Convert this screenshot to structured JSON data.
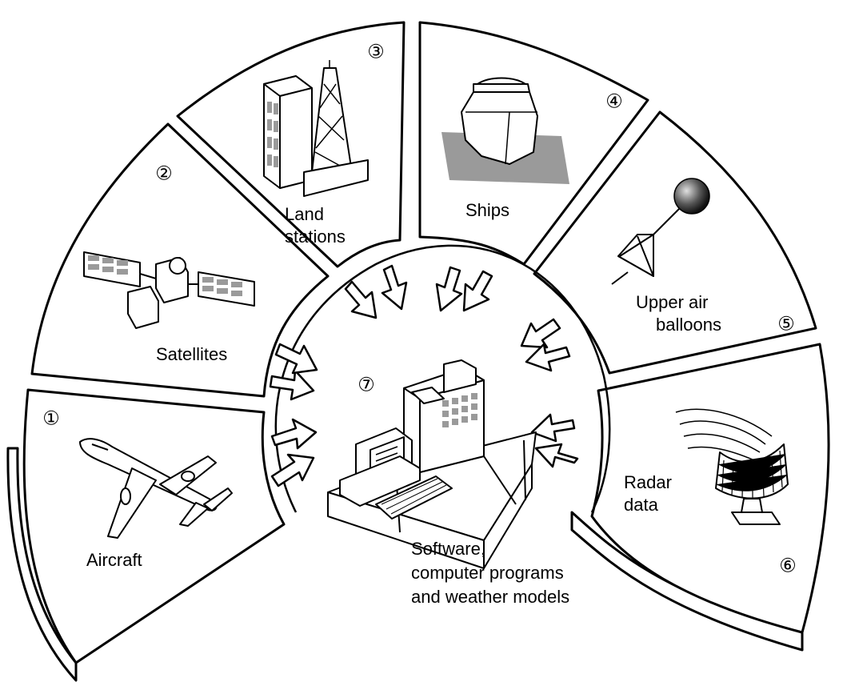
{
  "sources": [
    {
      "number": "①",
      "label_lines": [
        "Aircraft"
      ],
      "icon": "airplane-icon"
    },
    {
      "number": "②",
      "label_lines": [
        "Satellites"
      ],
      "icon": "satellite-icon"
    },
    {
      "number": "③",
      "label_lines": [
        "Land",
        "stations"
      ],
      "icon": "land-station-icon"
    },
    {
      "number": "④",
      "label_lines": [
        "Ships"
      ],
      "icon": "ship-icon"
    },
    {
      "number": "⑤",
      "label_lines": [
        "Upper air",
        "balloons"
      ],
      "icon": "weather-balloon-icon"
    },
    {
      "number": "⑥",
      "label_lines": [
        "Radar",
        "data"
      ],
      "icon": "radar-icon"
    }
  ],
  "center": {
    "number": "⑦",
    "label_lines": [
      "Software,",
      "computer programs",
      "and weather models"
    ],
    "icon": "computer-workstation-icon"
  }
}
